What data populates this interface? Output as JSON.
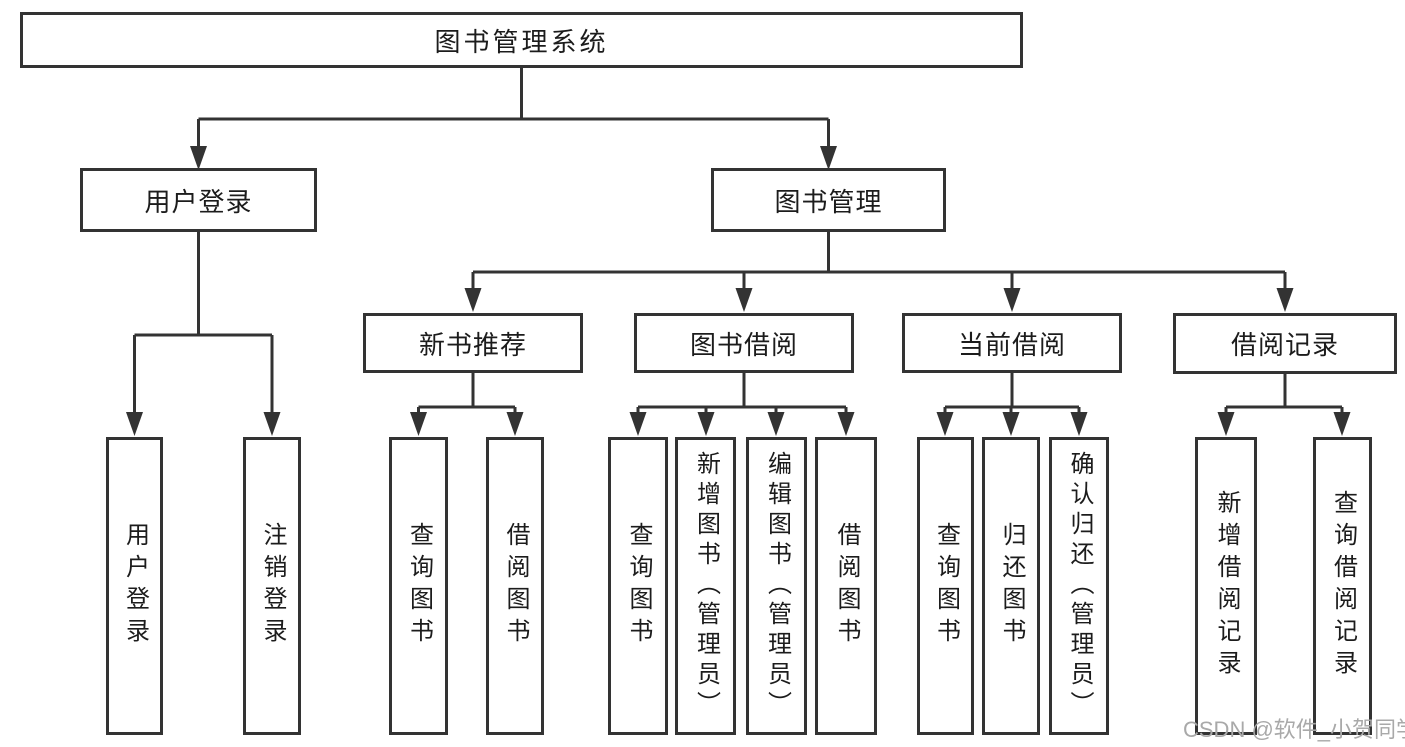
{
  "diagram": {
    "tree": {
      "label": "图书管理系统",
      "children": [
        {
          "label": "用户登录",
          "children": [
            {
              "label": "用户登录"
            },
            {
              "label": "注销登录"
            }
          ]
        },
        {
          "label": "图书管理",
          "children": [
            {
              "label": "新书推荐",
              "children": [
                {
                  "label": "查询图书"
                },
                {
                  "label": "借阅图书"
                }
              ]
            },
            {
              "label": "图书借阅",
              "children": [
                {
                  "label": "查询图书"
                },
                {
                  "label": "新增图书（管理员）"
                },
                {
                  "label": "编辑图书（管理员）"
                },
                {
                  "label": "借阅图书"
                }
              ]
            },
            {
              "label": "当前借阅",
              "children": [
                {
                  "label": "查询图书"
                },
                {
                  "label": "归还图书"
                },
                {
                  "label": "确认归还（管理员）"
                }
              ]
            },
            {
              "label": "借阅记录",
              "children": [
                {
                  "label": "新增借阅记录"
                },
                {
                  "label": "查询借阅记录"
                }
              ]
            }
          ]
        }
      ]
    }
  },
  "watermark": "CSDN @软件_小贺同学",
  "colors": {
    "line": "#333333",
    "text": "#1c1c1c",
    "watermark": "#a9a9a9",
    "background": "#ffffff"
  }
}
